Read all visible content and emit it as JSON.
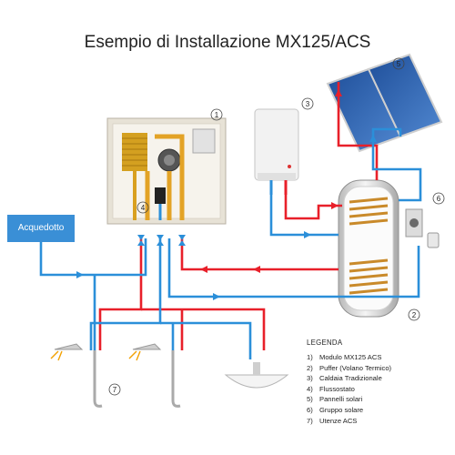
{
  "title": "Esempio di Installazione MX125/ACS",
  "acquedotto_label": "Acquedotto",
  "callouts": [
    "1",
    "2",
    "3",
    "4",
    "5",
    "6",
    "7"
  ],
  "legend": {
    "title": "LEGENDA",
    "items": [
      {
        "num": "1)",
        "text": "Modulo MX125 ACS"
      },
      {
        "num": "2)",
        "text": "Puffer (Volano Termico)"
      },
      {
        "num": "3)",
        "text": "Caldaia Tradizionale"
      },
      {
        "num": "4)",
        "text": "Flussostato"
      },
      {
        "num": "5)",
        "text": "Pannelli solari"
      },
      {
        "num": "6)",
        "text": "Gruppo solare"
      },
      {
        "num": "7)",
        "text": "Utenze ACS"
      }
    ]
  },
  "colors": {
    "hot_pipe": "#e8202a",
    "cold_pipe": "#2b8fd9",
    "acquedotto_box": "#3a8fd6"
  }
}
